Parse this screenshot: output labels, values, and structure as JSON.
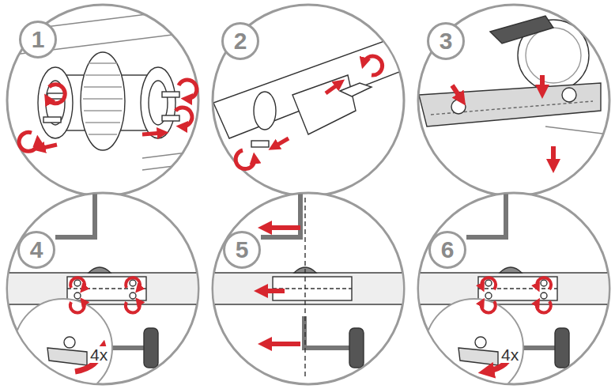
{
  "diagram": {
    "nodes": [
      {
        "text": [
          "1"
        ]
      },
      {
        "text": [
          "2"
        ]
      },
      {
        "text": [
          "3"
        ]
      },
      {
        "text": [
          "4"
        ]
      },
      {
        "text": [
          "5"
        ]
      },
      {
        "text": [
          "6"
        ]
      }
    ],
    "labels": [
      "4x",
      "4x"
    ]
  }
}
